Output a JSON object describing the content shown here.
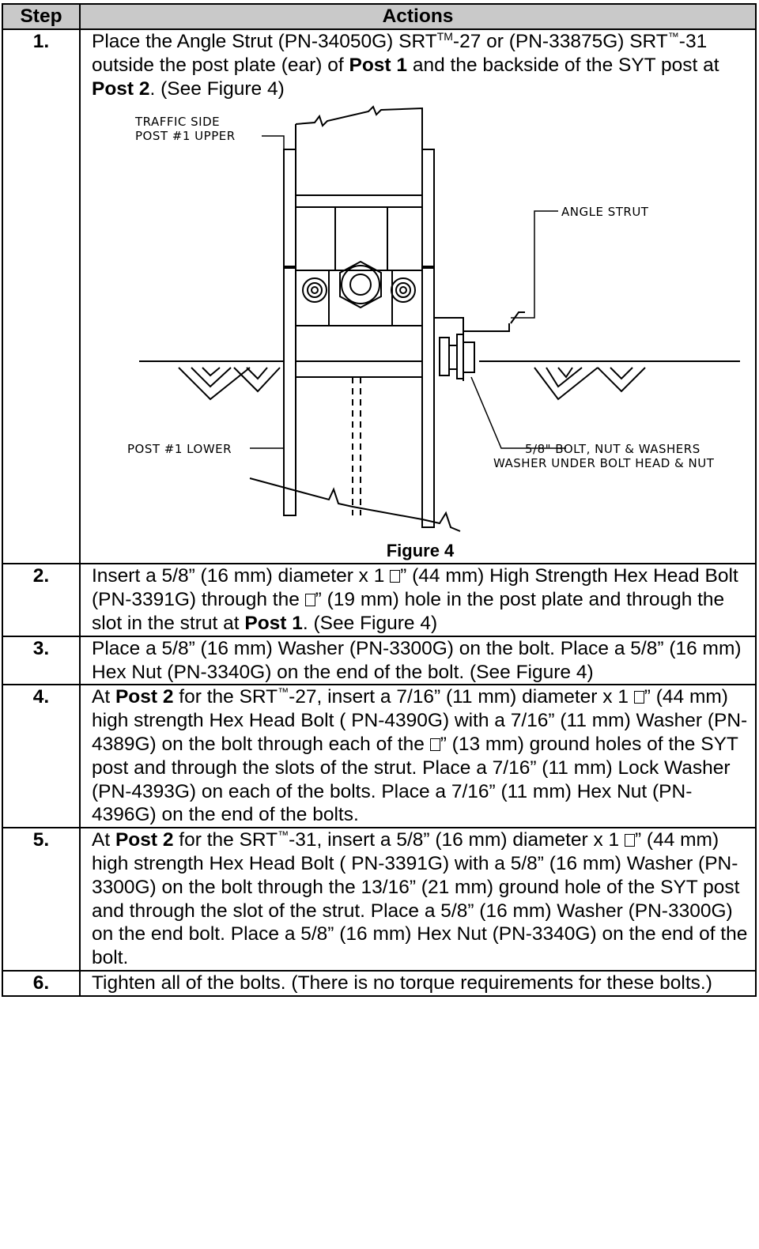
{
  "table": {
    "header_step": "Step",
    "header_actions": "Actions"
  },
  "figure": {
    "caption": "Figure 4",
    "labels": {
      "traffic_side": "TRAFFIC SIDE",
      "post1_upper": "POST #1 UPPER",
      "angle_strut": "ANGLE STRUT",
      "post1_lower": "POST #1 LOWER",
      "bolt_nut_washers": "5/8\" BOLT, NUT & WASHERS",
      "washer_under": "WASHER UNDER BOLT HEAD & NUT"
    }
  },
  "steps": [
    {
      "number": "1.",
      "t1": "Place the Angle Strut (PN-34050G) SRT",
      "tm1": "TM",
      "t2": "-27 or (PN-33875G) SRT",
      "tm2": "™",
      "t3": "-31 outside the post plate (ear) of ",
      "b1": "Post 1",
      "t4": " and the backside of the SYT post at ",
      "b2": "Post 2",
      "t5": ".  (See Figure 4)"
    },
    {
      "number": "2.",
      "t1": "Insert a 5/8” (16 mm) diameter x 1 ",
      "t2": "” (44 mm) High Strength Hex Head Bolt (PN-3391G) through the ",
      "t3": "” (19 mm) hole in the post plate and through the slot in the strut at ",
      "b1": "Post 1",
      "t4": ".  (See Figure 4)"
    },
    {
      "number": "3.",
      "t1": "Place a 5/8” (16 mm) Washer (PN-3300G) on the bolt.  Place a 5/8” (16 mm) Hex Nut (PN-3340G) on the end of the bolt.  (See Figure 4)"
    },
    {
      "number": "4.",
      "t1": "At ",
      "b1": "Post 2",
      "t2": " for the SRT",
      "tm": "™",
      "t3": "-27, insert a 7/16” (11 mm) diameter x 1 ",
      "t4": "” (44 mm) high strength Hex Head Bolt ( PN-4390G) with a 7/16” (11 mm) Washer (PN-4389G) on the bolt through each of the ",
      "t5": "” (13 mm) ground holes of the SYT post and through the slots of the strut.  Place a 7/16” (11 mm) Lock Washer (PN-4393G) on each of the bolts.  Place a 7/16” (11 mm) Hex Nut (PN-4396G) on the end of the bolts."
    },
    {
      "number": "5.",
      "t1": "At ",
      "b1": "Post 2",
      "t2": " for the SRT",
      "tm": "™",
      "t3": "-31, insert a 5/8” (16 mm) diameter x 1 ",
      "t4": "” (44 mm) high strength Hex Head Bolt ( PN-3391G) with a 5/8” (16 mm) Washer (PN-3300G) on the bolt through the 13/16” (21 mm) ground hole of the SYT post and through the slot of the strut.  Place a 5/8” (16 mm) Washer (PN-3300G) on the end bolt.  Place a 5/8” (16 mm) Hex Nut (PN-3340G) on the end of the bolt."
    },
    {
      "number": "6.",
      "t1": "Tighten all of the bolts. (There is no torque requirements for these bolts.)"
    }
  ]
}
